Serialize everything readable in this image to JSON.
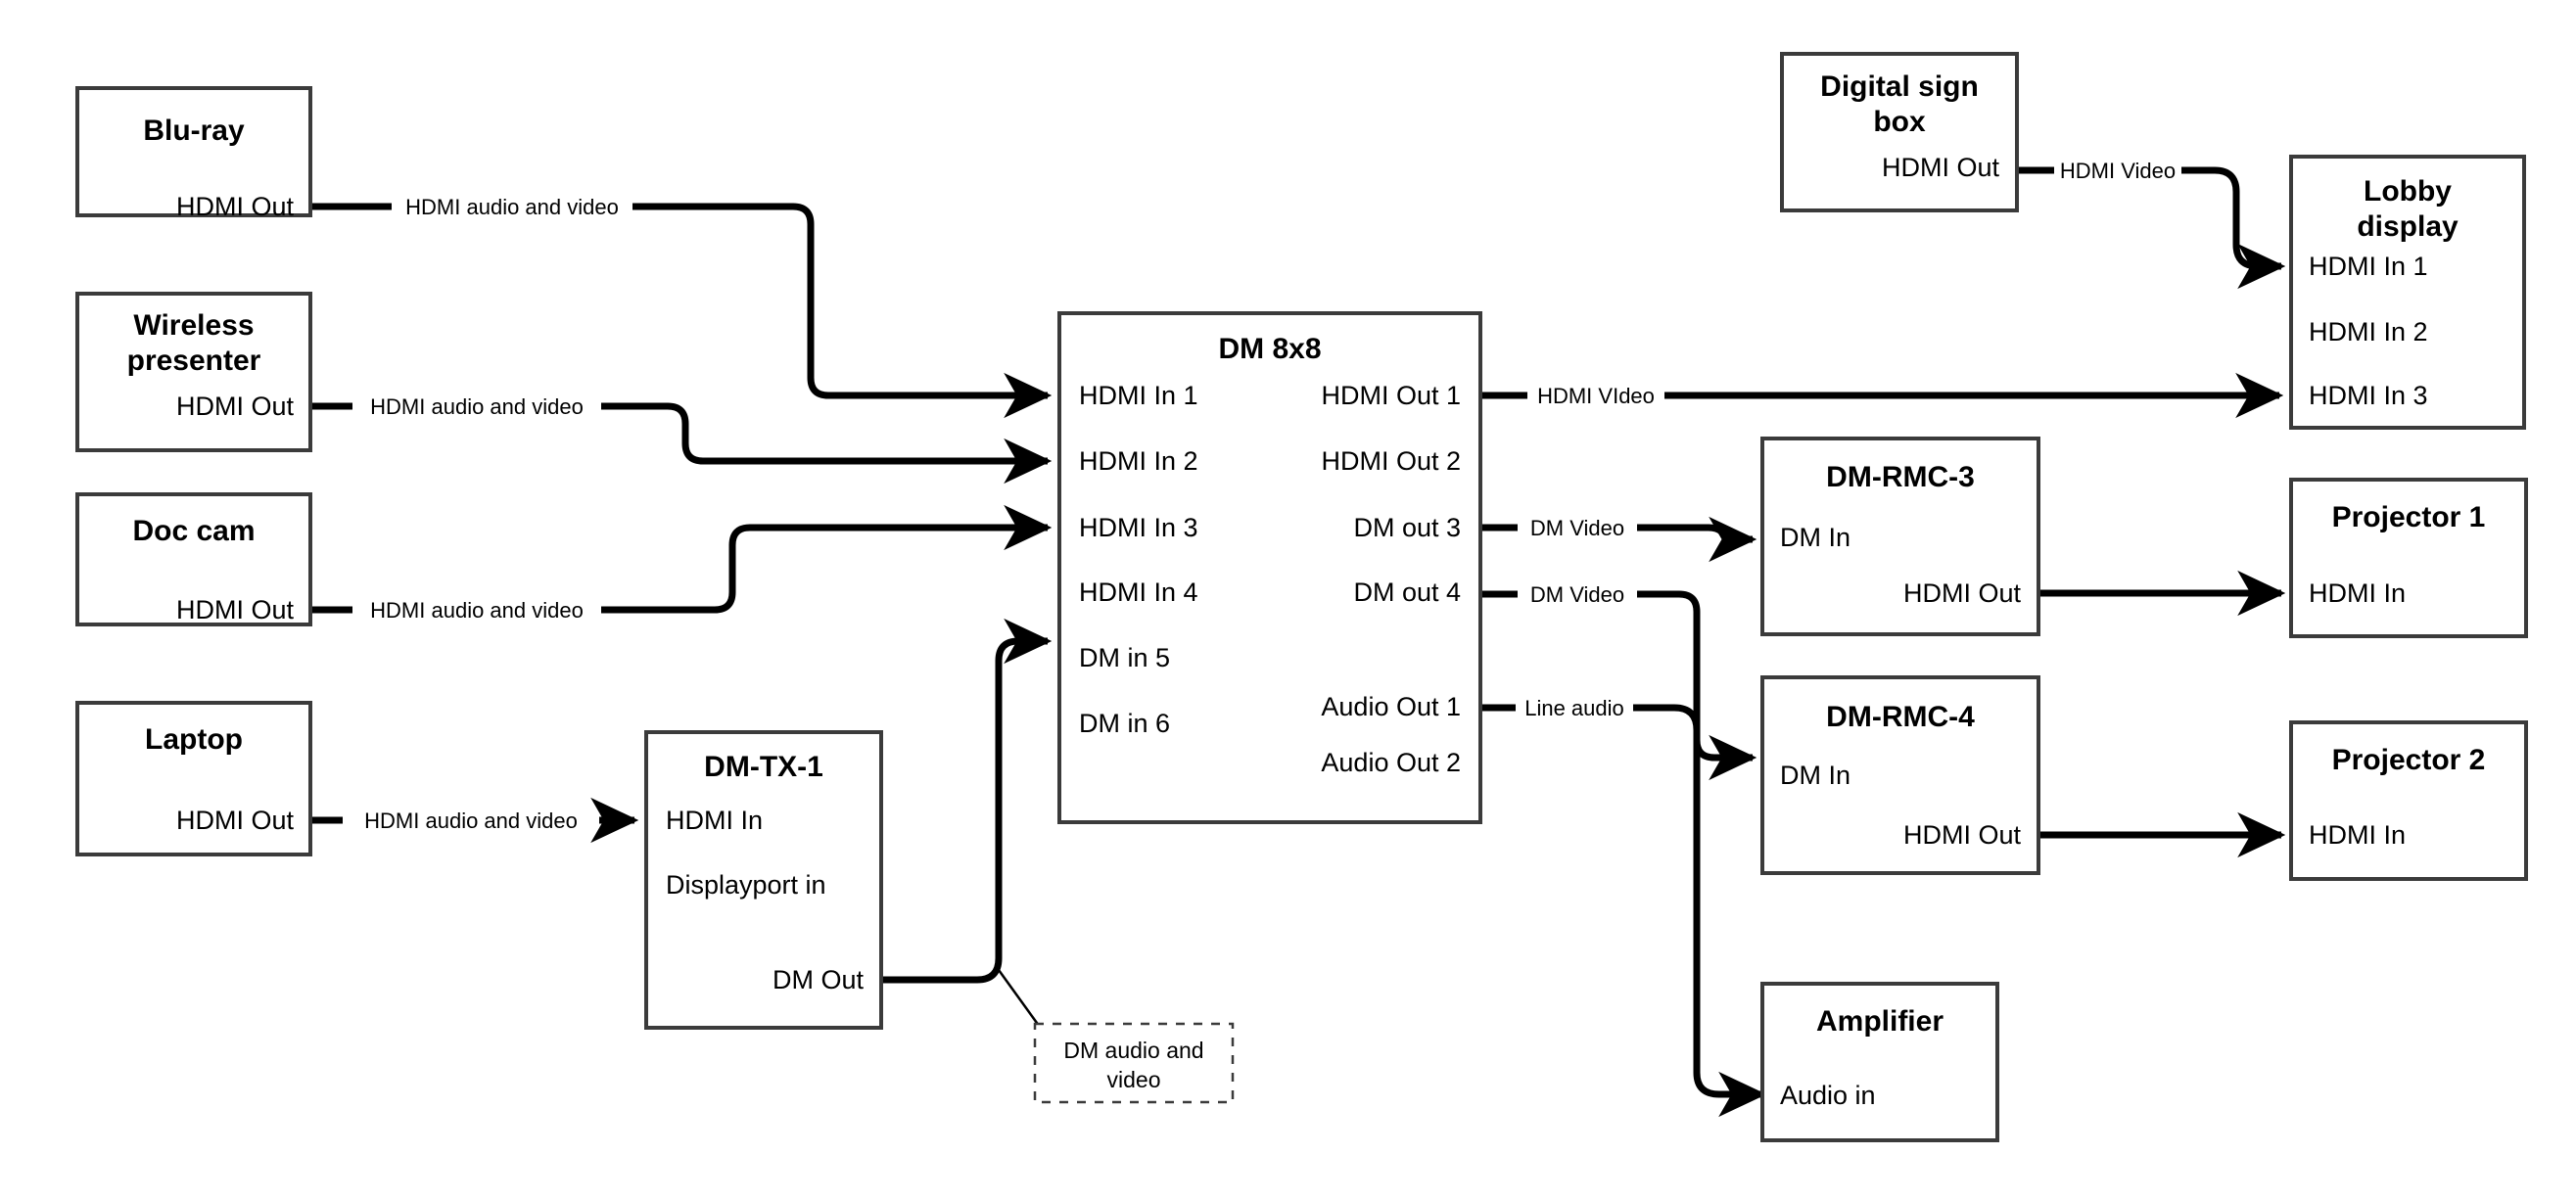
{
  "diagram": {
    "title": "AV signal routing diagram",
    "colors": {
      "background": "#ffffff",
      "box_stroke": "#3b3b3b",
      "line": "#000000",
      "text": "#000000"
    },
    "nodes": [
      {
        "id": "bluray",
        "title": "Blu-ray",
        "ports": [
          {
            "label": "HDMI Out",
            "align": "right"
          }
        ]
      },
      {
        "id": "wireless-presenter",
        "title": "Wireless presenter",
        "title_line1": "Wireless",
        "title_line2": "presenter",
        "ports": [
          {
            "label": "HDMI Out",
            "align": "right"
          }
        ]
      },
      {
        "id": "doc-cam",
        "title": "Doc cam",
        "ports": [
          {
            "label": "HDMI Out",
            "align": "right"
          }
        ]
      },
      {
        "id": "laptop",
        "title": "Laptop",
        "ports": [
          {
            "label": "HDMI Out",
            "align": "right"
          }
        ]
      },
      {
        "id": "dm-tx-1",
        "title": "DM-TX-1",
        "ports": [
          {
            "label": "HDMI In",
            "align": "left"
          },
          {
            "label": "Displayport in",
            "align": "left"
          },
          {
            "label": "DM Out",
            "align": "right"
          }
        ]
      },
      {
        "id": "dm-8x8",
        "title": "DM 8x8",
        "inputs": [
          "HDMI In 1",
          "HDMI In 2",
          "HDMI In 3",
          "HDMI In 4",
          "DM in 5",
          "DM in 6"
        ],
        "outputs": [
          "HDMI Out 1",
          "HDMI Out 2",
          "DM out 3",
          "DM out 4",
          "Audio Out 1",
          "Audio Out 2"
        ]
      },
      {
        "id": "digital-sign-box",
        "title": "Digital sign box",
        "title_line1": "Digital sign",
        "title_line2": "box",
        "ports": [
          {
            "label": "HDMI Out",
            "align": "right"
          }
        ]
      },
      {
        "id": "lobby-display",
        "title": "Lobby display",
        "title_line1": "Lobby",
        "title_line2": "display",
        "ports": [
          {
            "label": "HDMI In 1",
            "align": "left"
          },
          {
            "label": "HDMI In 2",
            "align": "left"
          },
          {
            "label": "HDMI In 3",
            "align": "left"
          }
        ]
      },
      {
        "id": "dm-rmc-3",
        "title": "DM-RMC-3",
        "ports": [
          {
            "label": "DM In",
            "align": "left"
          },
          {
            "label": "HDMI Out",
            "align": "right"
          }
        ]
      },
      {
        "id": "dm-rmc-4",
        "title": "DM-RMC-4",
        "ports": [
          {
            "label": "DM In",
            "align": "left"
          },
          {
            "label": "HDMI Out",
            "align": "right"
          }
        ]
      },
      {
        "id": "projector-1",
        "title": "Projector 1",
        "ports": [
          {
            "label": "HDMI In",
            "align": "left"
          }
        ]
      },
      {
        "id": "projector-2",
        "title": "Projector 2",
        "ports": [
          {
            "label": "HDMI In",
            "align": "left"
          }
        ]
      },
      {
        "id": "amplifier",
        "title": "Amplifier",
        "ports": [
          {
            "label": "Audio in",
            "align": "left"
          }
        ]
      }
    ],
    "edges": [
      {
        "id": "bluray-to-in1",
        "from": "bluray.HDMI Out",
        "to": "dm-8x8.HDMI In 1",
        "label": "HDMI audio and video"
      },
      {
        "id": "wireless-to-in2",
        "from": "wireless-presenter.HDMI Out",
        "to": "dm-8x8.HDMI In 2",
        "label": "HDMI audio and video"
      },
      {
        "id": "doccam-to-in3",
        "from": "doc-cam.HDMI Out",
        "to": "dm-8x8.HDMI In 3",
        "label": "HDMI audio and video"
      },
      {
        "id": "laptop-to-tx",
        "from": "laptop.HDMI Out",
        "to": "dm-tx-1.HDMI In",
        "label": "HDMI audio and video"
      },
      {
        "id": "tx-to-in5",
        "from": "dm-tx-1.DM Out",
        "to": "dm-8x8.DM in 5",
        "label": "DM audio and video"
      },
      {
        "id": "hdmiout1-to-lobby3",
        "from": "dm-8x8.HDMI Out 1",
        "to": "lobby-display.HDMI In 3",
        "label": "HDMI VIdeo"
      },
      {
        "id": "dmout3-to-rmc3",
        "from": "dm-8x8.DM out 3",
        "to": "dm-rmc-3.DM In",
        "label": "DM Video"
      },
      {
        "id": "dmout4-to-rmc4",
        "from": "dm-8x8.DM out 4",
        "to": "dm-rmc-4.DM In",
        "label": "DM Video"
      },
      {
        "id": "audioout1-to-amp",
        "from": "dm-8x8.Audio Out 1",
        "to": "amplifier.Audio in",
        "label": "Line audio"
      },
      {
        "id": "sign-to-lobby1",
        "from": "digital-sign-box.HDMI Out",
        "to": "lobby-display.HDMI In 1",
        "label": "HDMI Video"
      },
      {
        "id": "rmc3-to-proj1",
        "from": "dm-rmc-3.HDMI Out",
        "to": "projector-1.HDMI In",
        "label": ""
      },
      {
        "id": "rmc4-to-proj2",
        "from": "dm-rmc-4.HDMI Out",
        "to": "projector-2.HDMI In",
        "label": ""
      }
    ],
    "callouts": [
      {
        "id": "dm-audio-video-callout",
        "line1": "DM audio and",
        "line2": "video"
      }
    ]
  }
}
